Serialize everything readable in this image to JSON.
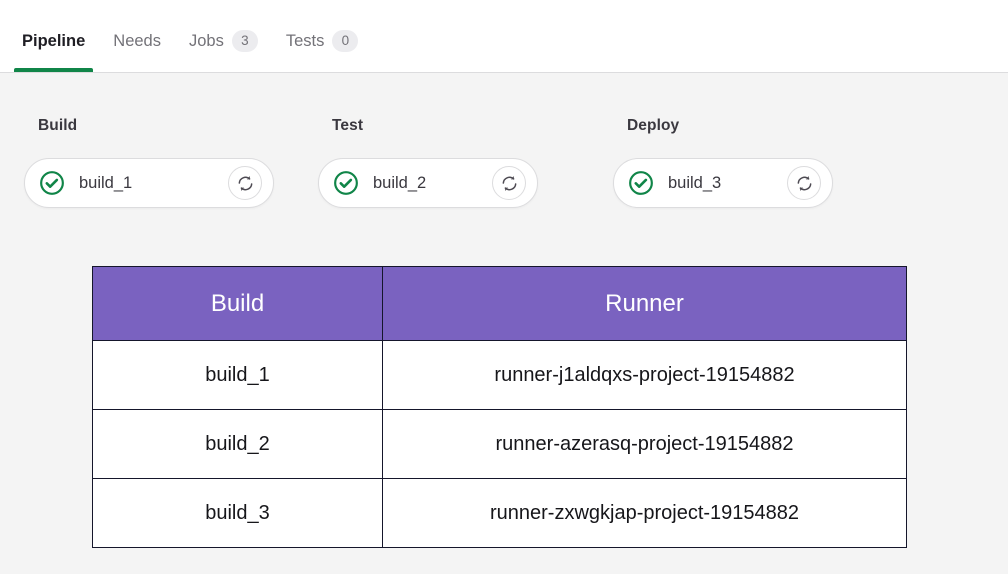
{
  "tabs": [
    {
      "label": "Pipeline",
      "badge": null,
      "active": true
    },
    {
      "label": "Needs",
      "badge": null,
      "active": false
    },
    {
      "label": "Jobs",
      "badge": "3",
      "active": false
    },
    {
      "label": "Tests",
      "badge": "0",
      "active": false
    }
  ],
  "stages": [
    {
      "title": "Build",
      "job": {
        "name": "build_1",
        "status": "success",
        "status_icon": "check-circle-icon",
        "retry_icon": "retry-icon"
      }
    },
    {
      "title": "Test",
      "job": {
        "name": "build_2",
        "status": "success",
        "status_icon": "check-circle-icon",
        "retry_icon": "retry-icon"
      }
    },
    {
      "title": "Deploy",
      "job": {
        "name": "build_3",
        "status": "success",
        "status_icon": "check-circle-icon",
        "retry_icon": "retry-icon"
      }
    }
  ],
  "table": {
    "headers": [
      "Build",
      "Runner"
    ],
    "rows": [
      {
        "build": "build_1",
        "runner": "runner-j1aldqxs-project-19154882"
      },
      {
        "build": "build_2",
        "runner": "runner-azerasq-project-19154882"
      },
      {
        "build": "build_3",
        "runner": "runner-zxwgkjap-project-19154882"
      }
    ]
  },
  "colors": {
    "success_green": "#108548",
    "table_header_purple": "#7a62c0",
    "page_background": "#f4f4f4",
    "text_muted": "#737278"
  }
}
